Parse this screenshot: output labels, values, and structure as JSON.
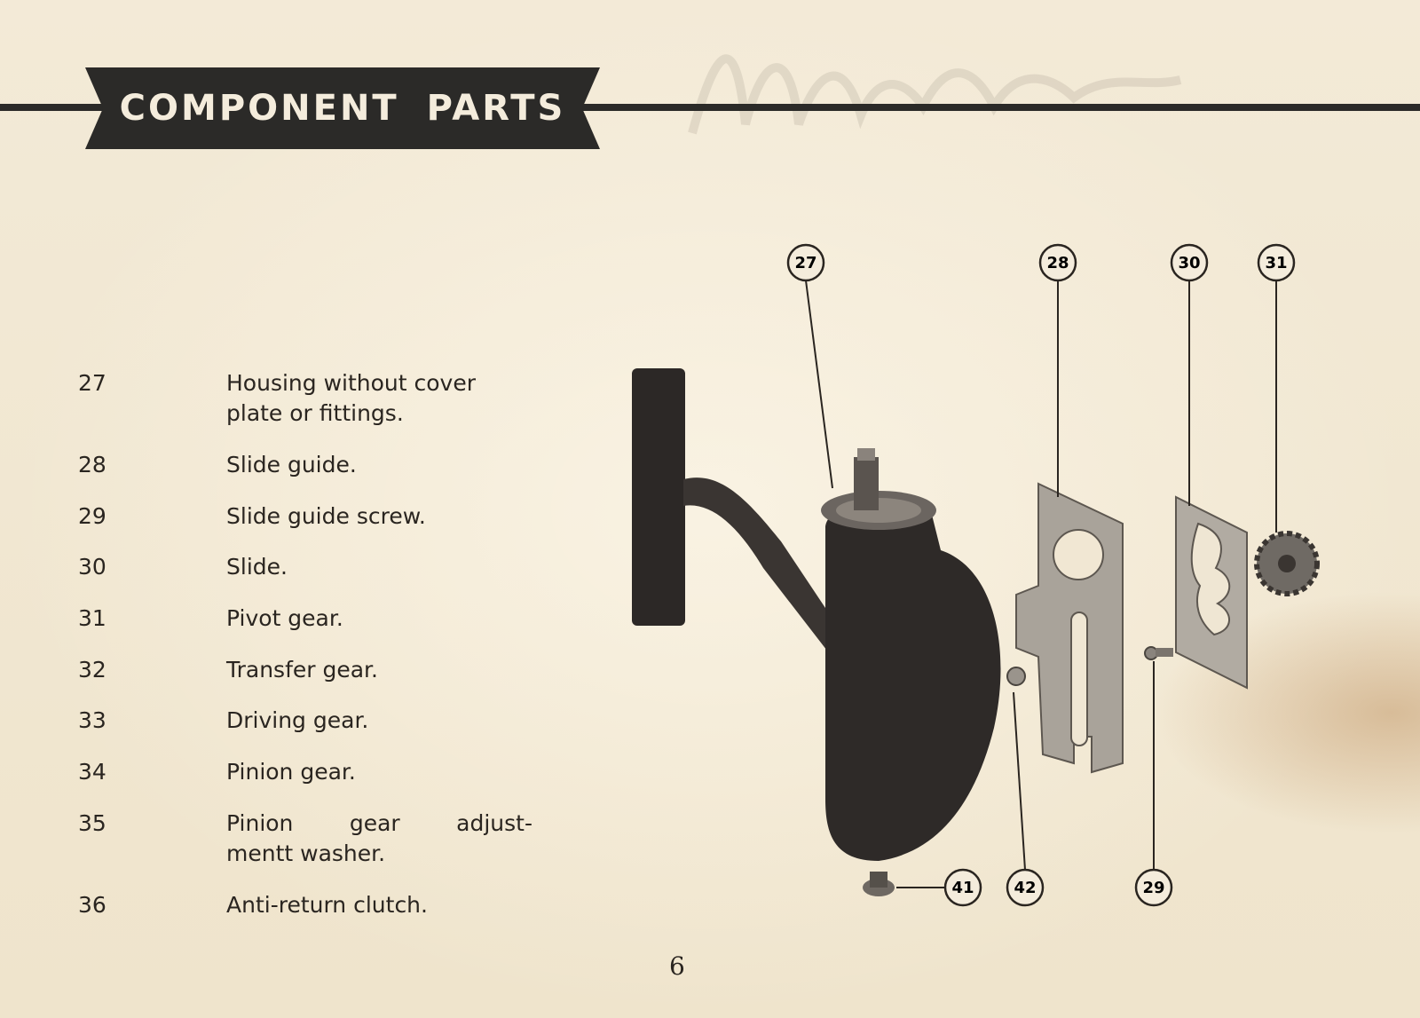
{
  "header": {
    "title": "COMPONENT PARTS"
  },
  "parts": [
    {
      "number": "27",
      "description_lines": [
        "Housing without cover",
        "plate or fittings."
      ]
    },
    {
      "number": "28",
      "description_lines": [
        "Slide guide."
      ]
    },
    {
      "number": "29",
      "description_lines": [
        "Slide guide screw."
      ]
    },
    {
      "number": "30",
      "description_lines": [
        "Slide."
      ]
    },
    {
      "number": "31",
      "description_lines": [
        "Pivot gear."
      ]
    },
    {
      "number": "32",
      "description_lines": [
        "Transfer gear."
      ]
    },
    {
      "number": "33",
      "description_lines": [
        "Driving gear."
      ]
    },
    {
      "number": "34",
      "description_lines": [
        "Pinion gear."
      ]
    },
    {
      "number": "35",
      "description_lines": [
        "Pinion gear adjust-",
        "mentt washer."
      ]
    },
    {
      "number": "36",
      "description_lines": [
        "Anti-return clutch."
      ]
    }
  ],
  "diagram": {
    "callouts": [
      "27",
      "28",
      "30",
      "31",
      "41",
      "42",
      "29"
    ]
  },
  "footer": {
    "page_number": "6"
  },
  "colors": {
    "paper": "#f1e7d3",
    "ink": "#2a2520",
    "banner": "#2b2a28",
    "banner_text": "#f4ecdc"
  }
}
